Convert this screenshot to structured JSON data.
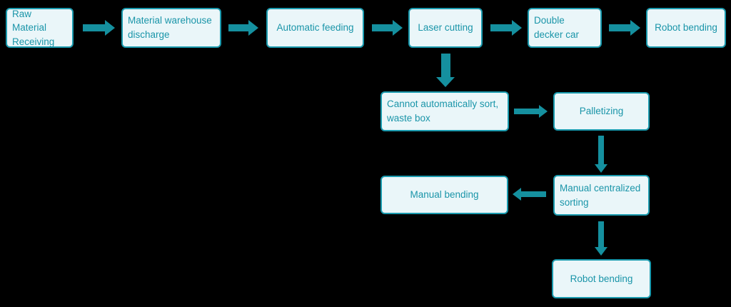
{
  "flowchart": {
    "colors": {
      "background": "#000000",
      "box_fill": "#eaf6f9",
      "box_border": "#1a9aae",
      "text": "#1a95a9",
      "arrow": "#15909f"
    },
    "nodes": [
      {
        "id": "raw-material-receiving",
        "label": "Raw Material Receiving"
      },
      {
        "id": "material-warehouse-discharge",
        "label": "Material warehouse discharge"
      },
      {
        "id": "automatic-feeding",
        "label": "Automatic feeding"
      },
      {
        "id": "laser-cutting",
        "label": "Laser cutting"
      },
      {
        "id": "double-decker-car",
        "label": "Double decker car"
      },
      {
        "id": "robot-bending-top",
        "label": "Robot bending"
      },
      {
        "id": "waste-box",
        "label": "Cannot automatically sort, waste box"
      },
      {
        "id": "palletizing",
        "label": "Palletizing"
      },
      {
        "id": "manual-bending",
        "label": "Manual bending"
      },
      {
        "id": "manual-centralized-sorting",
        "label": "Manual centralized sorting"
      },
      {
        "id": "robot-bending-bottom",
        "label": "Robot bending"
      }
    ],
    "edges": [
      {
        "from": "Raw Material Receiving",
        "to": "Material warehouse discharge",
        "direction": "right"
      },
      {
        "from": "Material warehouse discharge",
        "to": "Automatic feeding",
        "direction": "right"
      },
      {
        "from": "Automatic feeding",
        "to": "Laser cutting",
        "direction": "right"
      },
      {
        "from": "Laser cutting",
        "to": "Double decker car",
        "direction": "right"
      },
      {
        "from": "Double decker car",
        "to": "Robot bending",
        "direction": "right"
      },
      {
        "from": "Laser cutting",
        "to": "Cannot automatically sort, waste box",
        "direction": "down"
      },
      {
        "from": "Cannot automatically sort, waste box",
        "to": "Palletizing",
        "direction": "right"
      },
      {
        "from": "Palletizing",
        "to": "Manual centralized sorting",
        "direction": "down"
      },
      {
        "from": "Manual centralized sorting",
        "to": "Manual bending",
        "direction": "left"
      },
      {
        "from": "Manual centralized sorting",
        "to": "Robot bending",
        "direction": "down"
      }
    ]
  }
}
